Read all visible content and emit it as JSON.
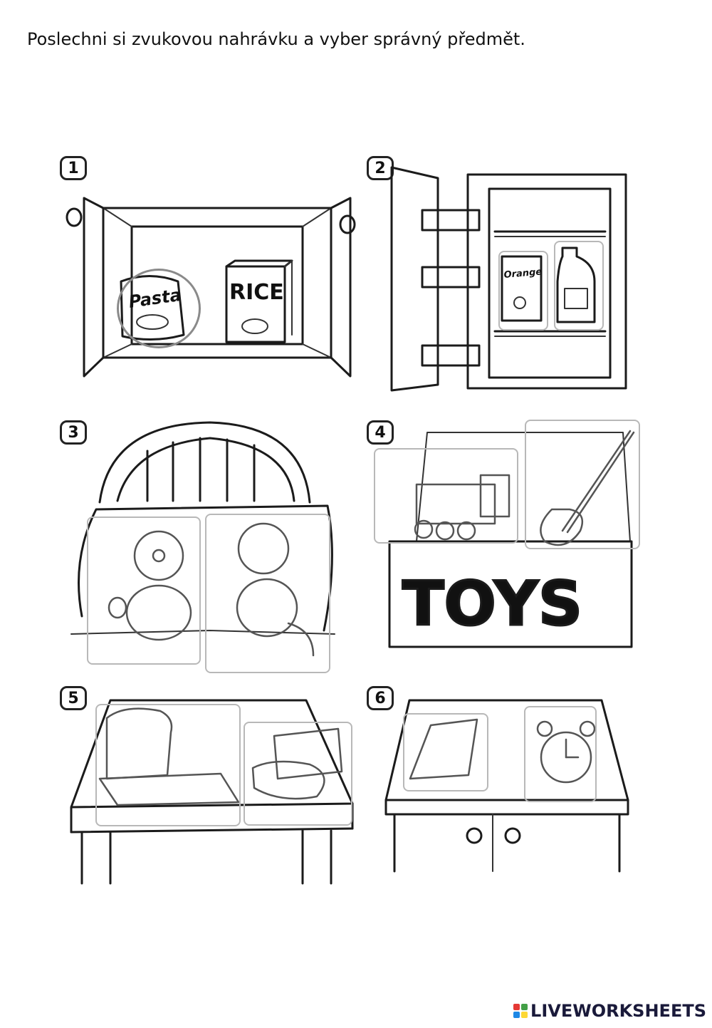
{
  "instruction": "Poslechni si zvukovou nahrávku a vyber správný předmět.",
  "scenes": [
    {
      "number": "1",
      "labels": {
        "pasta": "Pasta",
        "rice": "RICE"
      }
    },
    {
      "number": "2",
      "labels": {
        "orange": "Orange"
      }
    },
    {
      "number": "3"
    },
    {
      "number": "4",
      "labels": {
        "toys": "TOYS"
      }
    },
    {
      "number": "5"
    },
    {
      "number": "6"
    }
  ],
  "footer": {
    "brand": "LIVEWORKSHEETS"
  },
  "colors": {
    "choice_border": "#b8b8b8",
    "selected_circle": "#8a8a8a",
    "logo": [
      "#e53935",
      "#43a047",
      "#1e88e5",
      "#fdd835"
    ]
  }
}
